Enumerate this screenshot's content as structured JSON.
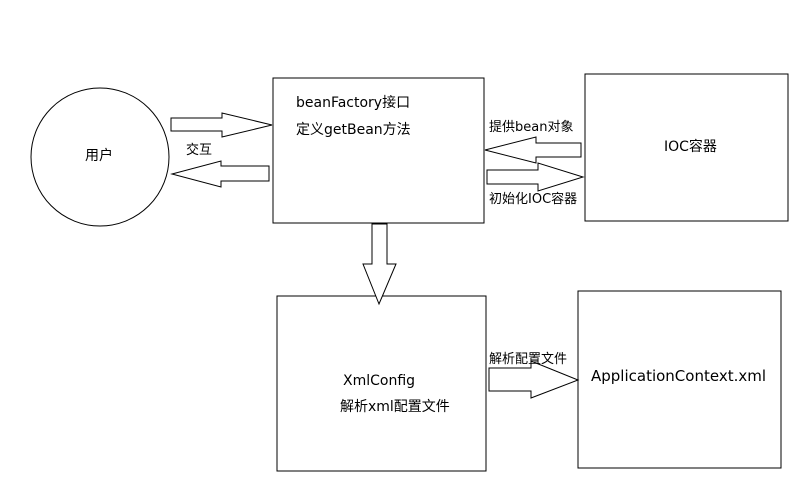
{
  "nodes": {
    "user": {
      "label": "用户"
    },
    "bean_factory": {
      "line1": "beanFactory接口",
      "line2": "定义getBean方法"
    },
    "ioc": {
      "label": "IOC容器"
    },
    "xml_config": {
      "line1": "XmlConfig",
      "line2": "解析xml配置文件"
    },
    "app_context": {
      "label": "ApplicationContext.xml"
    }
  },
  "edges": {
    "interact": "交互",
    "provide_bean": "提供bean对象",
    "init_ioc": "初始化IOC容器",
    "parse_config": "解析配置文件"
  }
}
